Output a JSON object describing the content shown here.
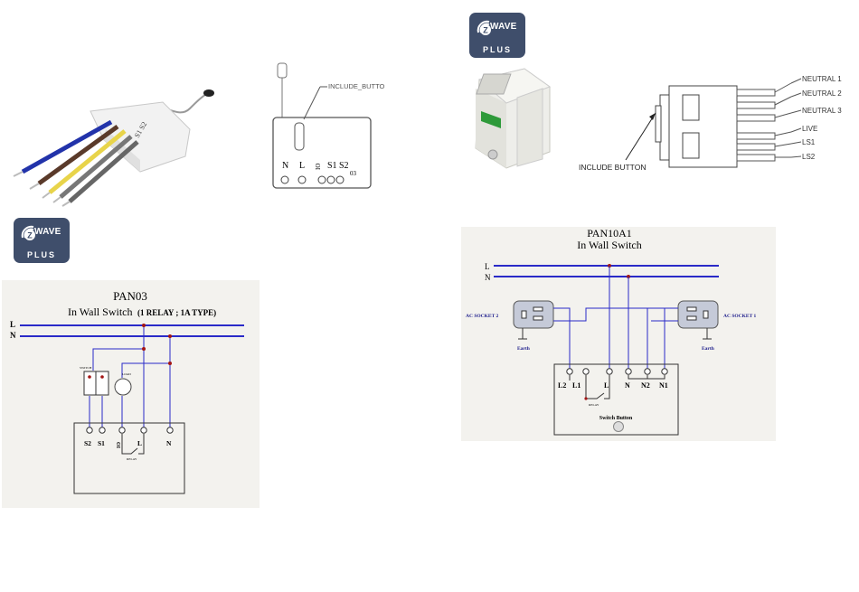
{
  "badges": {
    "brand": "WAVE",
    "plus": "PLUS"
  },
  "colors": {
    "wire_blue": "#2a2ac8",
    "junction": "#a31515",
    "badge": "#3f4e6b",
    "panel": "#f3f2ee"
  },
  "pan03_device": {
    "include_label": "INCLUDE_BUTTON",
    "terminals": [
      "N",
      "L",
      "IO",
      "S1",
      "S2"
    ],
    "version": "03",
    "module_text": "S1 S2"
  },
  "pan10_device": {
    "include_label": "INCLUDE BUTTON",
    "wires": [
      "NEUTRAL 1",
      "NEUTRAL 2",
      "NEUTRAL 3",
      "LIVE",
      "LS1",
      "LS2"
    ]
  },
  "pan03_diagram": {
    "title": "PAN03",
    "subtitle": "In Wall Switch",
    "subtitle_note": "(1 RELAY ; 1A TYPE)",
    "line_l": "L",
    "line_n": "N",
    "switch_label": "SWITCH",
    "load_label": "LOAD",
    "terminals": [
      "S2",
      "S1",
      "IO",
      "L",
      "N"
    ],
    "relay_label": "RELAY"
  },
  "pan10_diagram": {
    "title": "PAN10A1",
    "subtitle": "In Wall Switch",
    "line_l": "L",
    "line_n": "N",
    "socket_left": "AC SOCKET 2",
    "socket_right": "AC SOCKET 1",
    "earth_left": "Earth",
    "earth_right": "Earth",
    "terminals": [
      "L2",
      "L1",
      "L",
      "N",
      "N2",
      "N1"
    ],
    "relay_label": "RELAY",
    "button_label": "Switch Button"
  }
}
